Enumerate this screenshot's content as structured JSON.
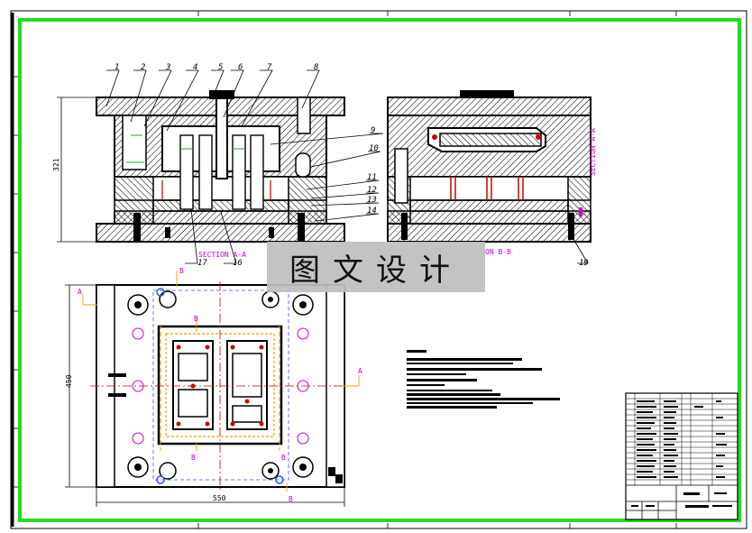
{
  "watermark": "图文设计",
  "part_numbers": [
    "1",
    "2",
    "3",
    "4",
    "5",
    "6",
    "7",
    "8",
    "9",
    "10",
    "11",
    "12",
    "13",
    "14",
    "16",
    "17",
    "19"
  ],
  "section_labels": {
    "section_a": "SECTION A-A",
    "section_b": "ON B-B",
    "rotated": "SECTION A-A"
  },
  "dimensions": {
    "height_top": "321",
    "height_plan": "450",
    "width_plan": "550"
  },
  "cut_letters": {
    "a": "A",
    "b": "B"
  },
  "colors": {
    "frame_green": "#22dd22",
    "line": "#000000",
    "section_magenta": "#d000d0",
    "hidden_red": "#cc0000",
    "cutline_orange": "#f0a000",
    "center_blue": "#3355ff"
  }
}
